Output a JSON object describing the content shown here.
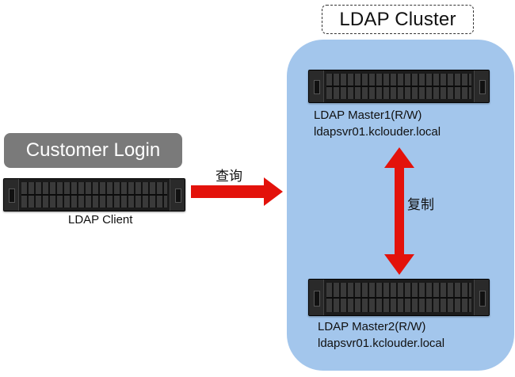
{
  "cluster": {
    "title": "LDAP Cluster"
  },
  "customer": {
    "tag_label": "Customer Login"
  },
  "client": {
    "label": "LDAP Client"
  },
  "master1": {
    "name": "LDAP Master1(R/W)",
    "host": "ldapsvr01.kclouder.local"
  },
  "master2": {
    "name": "LDAP Master2(R/W)",
    "host": "ldapsvr01.kclouder.local"
  },
  "edges": {
    "query_label": "查询",
    "replicate_label": "复制"
  },
  "colors": {
    "arrow": "#e3120b",
    "cluster_fill": "#a3c6ec",
    "tag_fill": "#7a7a7a"
  }
}
